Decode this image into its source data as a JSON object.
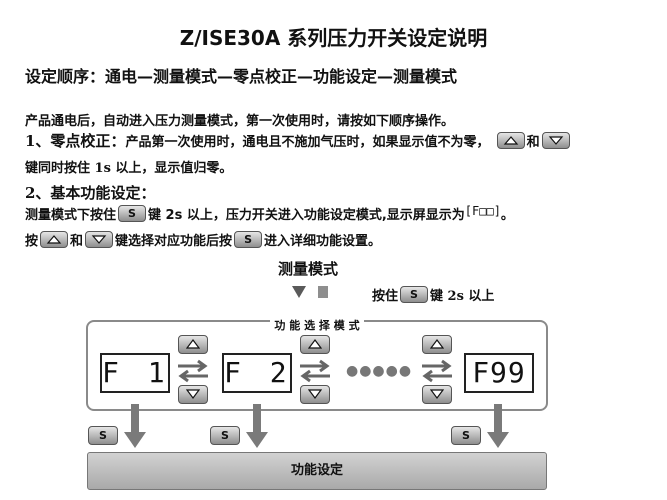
{
  "doc": {
    "title": "Z/ISE30A 系列压力开关设定说明",
    "subtitle": "设定顺序：通电—测量模式—零点校正—功能设定—测量模式",
    "intro": "产品通电后，自动进入压力测量模式，第一次使用时，请按如下顺序操作。",
    "section1": {
      "heading": "1、零点校正：",
      "line1": "产品第一次使用时，通电且不施加气压时，如果显示值不为零，",
      "and": "和",
      "line2": "键同时按住 1s 以上，显示值归零。"
    },
    "section2": {
      "heading": "2、基本功能设定：",
      "line1_a": "测量模式下按住",
      "line1_b": "键 2s 以上，压力开关进入功能设定模式,显示屏显示为",
      "display_text": "[F□□]",
      "line1_end": "。",
      "line2_a": "按",
      "line2_and": "和",
      "line2_b": "键选择对应功能后按",
      "line2_c": "进入详细功能设置。"
    }
  },
  "diagram": {
    "measure_mode": "测量模式",
    "press_a": "按住",
    "press_b": "键 2s 以上",
    "func_select": "功 能 选 择 模 式",
    "displays": [
      "F 1",
      "F 2",
      "F99"
    ],
    "ellipsis": "●●●●●",
    "func_set": "功能设定",
    "s_key": "S"
  }
}
